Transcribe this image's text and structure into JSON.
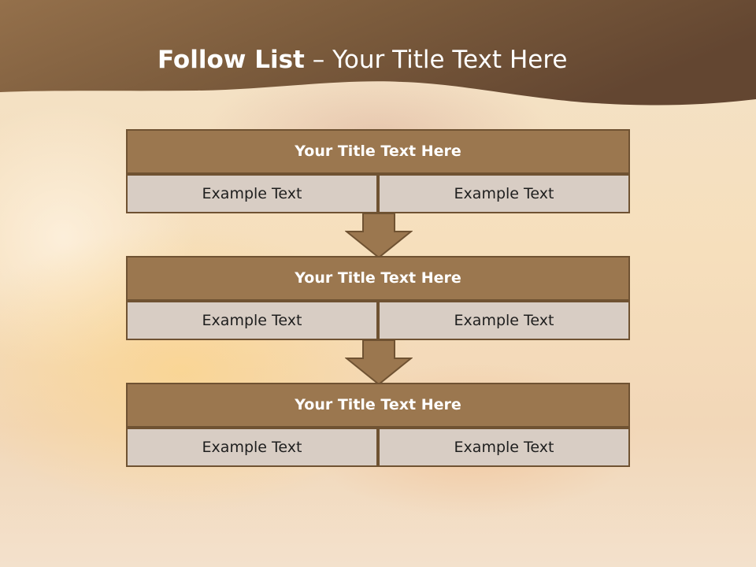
{
  "title": {
    "bold": "Follow List",
    "rest": " – Your Title Text Here"
  },
  "stages": [
    {
      "title": "Your Title Text Here",
      "left": "Example Text",
      "right": "Example Text"
    },
    {
      "title": "Your Title Text Here",
      "left": "Example Text",
      "right": "Example Text"
    },
    {
      "title": "Your Title Text Here",
      "left": "Example Text",
      "right": "Example Text"
    }
  ],
  "colors": {
    "header_band": "#7a5a3a",
    "box_fill": "#9b774f",
    "box_border": "#6f5232",
    "cell_fill": "#d8cdc4",
    "arrow_fill": "#9b774f"
  },
  "icons": {
    "connector": "down-arrow-icon"
  }
}
